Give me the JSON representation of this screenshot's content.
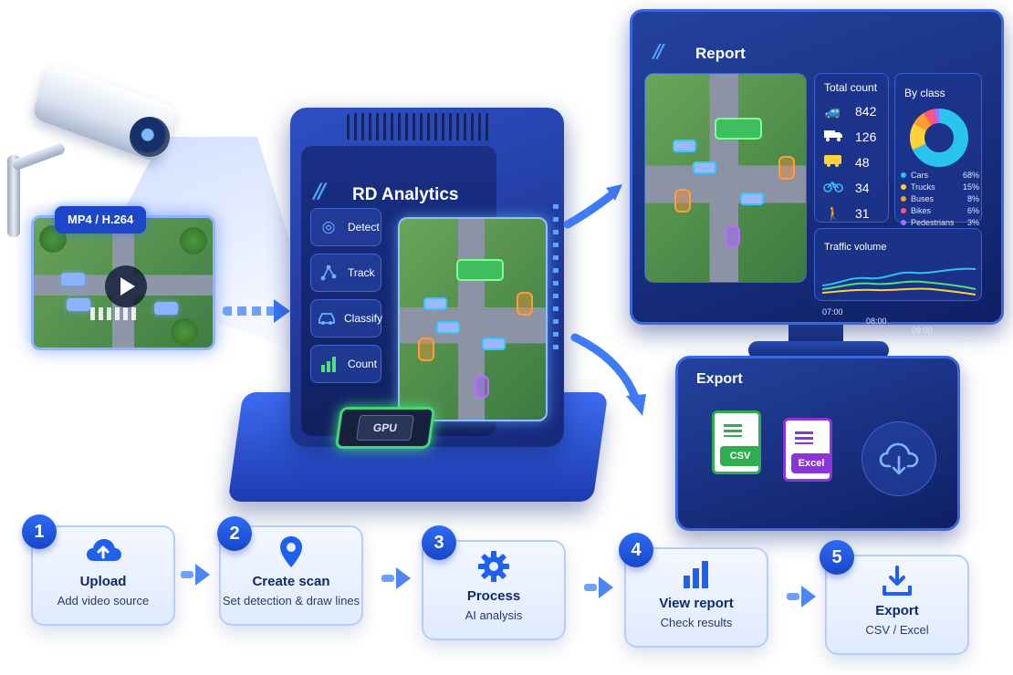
{
  "source": {
    "format_badge": "MP4 / H.264"
  },
  "server": {
    "brand_mark": "//",
    "title": "RD Analytics",
    "menu": [
      {
        "label": "Detect",
        "icon": "target-icon"
      },
      {
        "label": "Track",
        "icon": "track-nodes-icon"
      },
      {
        "label": "Classify",
        "icon": "car-icon"
      },
      {
        "label": "Count",
        "icon": "bar-chart-icon"
      }
    ],
    "gpu_label": "GPU"
  },
  "report": {
    "title": "Report",
    "total_count": {
      "title": "Total count",
      "rows": [
        {
          "icon": "car-icon",
          "value": "842"
        },
        {
          "icon": "truck-icon",
          "value": "126"
        },
        {
          "icon": "bus-icon",
          "value": "48"
        },
        {
          "icon": "bike-icon",
          "value": "34"
        },
        {
          "icon": "pedestrian-icon",
          "value": "31"
        }
      ]
    },
    "by_class": {
      "title": "By class",
      "legend": [
        {
          "label": "Cars",
          "pct": "68%",
          "color": "#29c4f0",
          "value": 68
        },
        {
          "label": "Trucks",
          "pct": "15%",
          "color": "#ffd23a",
          "value": 15
        },
        {
          "label": "Buses",
          "pct": "8%",
          "color": "#ff9d2e",
          "value": 8
        },
        {
          "label": "Bikes",
          "pct": "6%",
          "color": "#ff5577",
          "value": 6
        },
        {
          "label": "Pedestrians",
          "pct": "3%",
          "color": "#a56cff",
          "value": 3
        }
      ]
    },
    "traffic": {
      "title": "Traffic volume",
      "ticks": [
        "07:00",
        "08:00",
        "09:00",
        "10:00"
      ]
    }
  },
  "export": {
    "title": "Export",
    "files": [
      {
        "label": "CSV",
        "color": "#2fae4f"
      },
      {
        "label": "Excel",
        "color": "#8a35d9"
      }
    ]
  },
  "steps": [
    {
      "num": "1",
      "title": "Upload",
      "subtitle": "Add video source",
      "icon": "cloud-upload-icon"
    },
    {
      "num": "2",
      "title": "Create scan",
      "subtitle": "Set detection & draw lines",
      "icon": "map-pin-icon"
    },
    {
      "num": "3",
      "title": "Process",
      "subtitle": "AI analysis",
      "icon": "gear-icon"
    },
    {
      "num": "4",
      "title": "View report",
      "subtitle": "Check results",
      "icon": "bar-chart-icon"
    },
    {
      "num": "5",
      "title": "Export",
      "subtitle": "CSV / Excel",
      "icon": "download-icon"
    }
  ],
  "colors": {
    "accent": "#2160ea",
    "navy": "#0f2a6b",
    "panel": "#16297a"
  }
}
